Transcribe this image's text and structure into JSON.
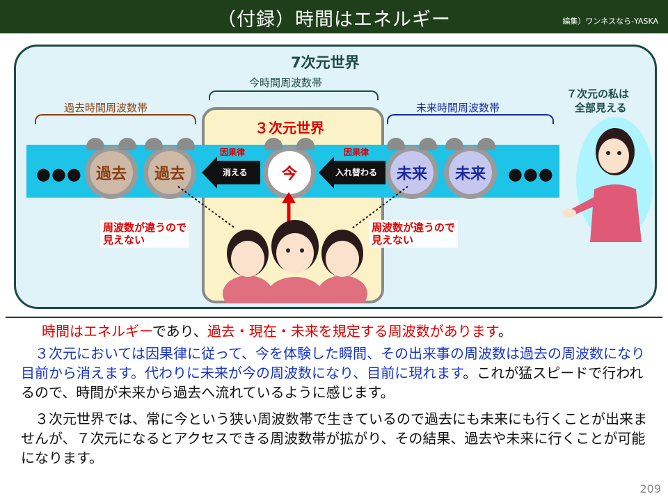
{
  "header": {
    "title": "（付録）時間はエネルギー",
    "credit": "編集）ワンネスなら-YASKA"
  },
  "diagram": {
    "world7_label": "7次元世界",
    "now_band_label": "今時間周波数帯",
    "past_band_label": "過去時間周波数帯",
    "future_band_label": "未来時間周波数帯",
    "world3_label": "３次元世界",
    "observer_label_1": "７次元の私は",
    "observer_label_2": "全部見える",
    "clocks": {
      "past1": "過去",
      "past2": "過去",
      "now": "今",
      "future1": "未来",
      "future2": "未来"
    },
    "arrow_left": {
      "top": "因果律",
      "bottom": "消える"
    },
    "arrow_right": {
      "top": "因果律",
      "bottom": "入れ替わる"
    },
    "ellipsis_left": "●●●",
    "ellipsis_right": "●●●",
    "note_left_1": "周波数が違うので",
    "note_left_2": "見えない",
    "note_right_1": "周波数が違うので",
    "note_right_2": "見えない",
    "colors": {
      "header": "#1e3f1a",
      "band": "#1ec3e8",
      "world7_bg": "#dff3f8",
      "world3_bg": "#fbf3c7",
      "past_text": "#8b3e10",
      "future_text": "#1a2aa0",
      "now_text": "#e00000",
      "accent_red": "#e00000",
      "accent_blue": "#1836c8"
    }
  },
  "body": {
    "p1_red1": "時間はエネルギー",
    "p1_a": "であり、",
    "p1_red2": "過去・現在・未来を規定する周波数があります",
    "p1_b": "。",
    "p2_blue": "３次元においては因果律に従って、今を体験した瞬間、その出来事の周波数は過去の周波数になり目前から消えます。代わりに未来が今の周波数になり、目前に現れます",
    "p2_b": "。これが猛スピードで行われるので、時間が未来から過去へ流れているように感じます。",
    "p3": "３次元世界では、常に今という狭い周波数帯で生きているので過去にも未来にも行くことが出来ませんが、７次元になるとアクセスできる周波数帯が拡がり、その結果、過去や未来に行くことが可能になります。"
  },
  "page_number": "209"
}
